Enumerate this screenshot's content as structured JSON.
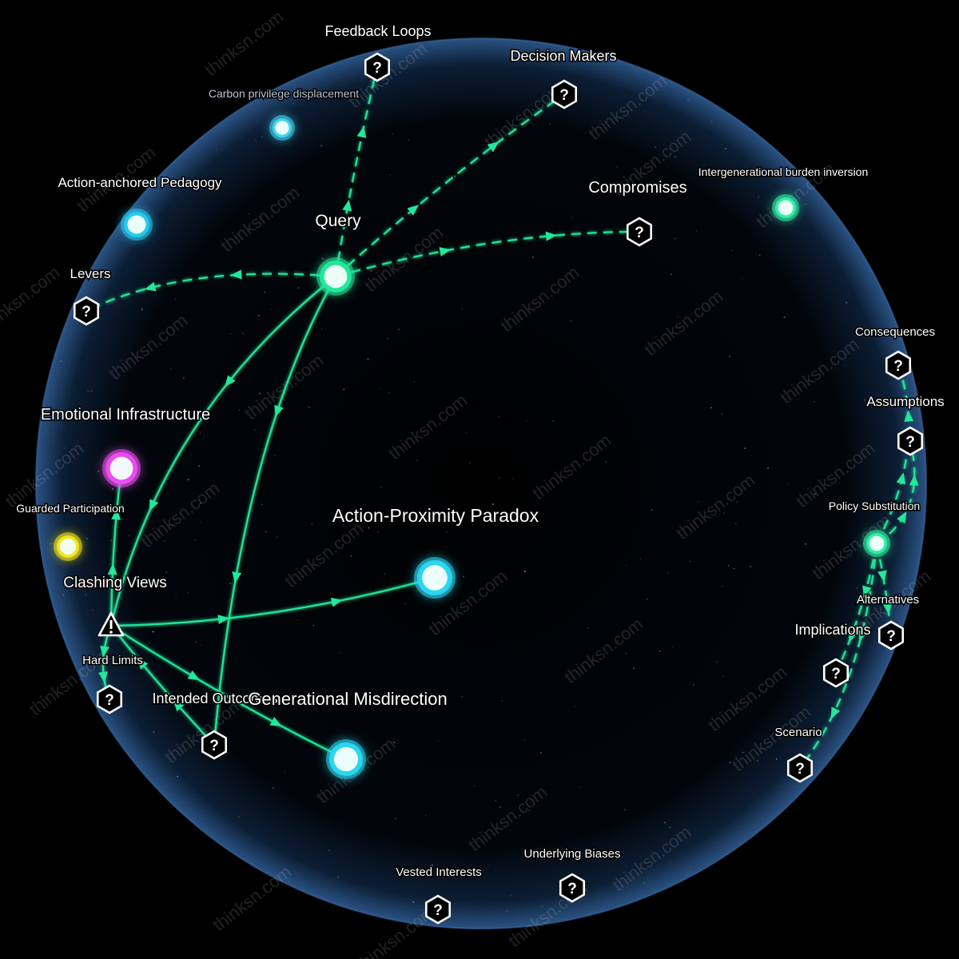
{
  "nodes": [
    {
      "id": "query",
      "label": "Query",
      "kind": "hub",
      "color": "#21e89a"
    },
    {
      "id": "feedback_loops",
      "label": "Feedback Loops",
      "kind": "question"
    },
    {
      "id": "decision_makers",
      "label": "Decision Makers",
      "kind": "question"
    },
    {
      "id": "compromises",
      "label": "Compromises",
      "kind": "question"
    },
    {
      "id": "levers",
      "label": "Levers",
      "kind": "question"
    },
    {
      "id": "carbon_privilege_displacement",
      "label": "Carbon privilege displacement",
      "kind": "idea",
      "color": "#3fd6f2"
    },
    {
      "id": "action_anchored_pedagogy",
      "label": "Action-anchored Pedagogy",
      "kind": "idea",
      "color": "#27c9ee"
    },
    {
      "id": "intergenerational_burden_inversion",
      "label": "Intergenerational burden inversion",
      "kind": "idea",
      "color": "#2df0a6"
    },
    {
      "id": "emotional_infrastructure",
      "label": "Emotional Infrastructure",
      "kind": "idea",
      "color": "#e84ef0"
    },
    {
      "id": "guarded_participation",
      "label": "Guarded Participation",
      "kind": "idea",
      "color": "#f4e61a"
    },
    {
      "id": "clashing_views",
      "label": "Clashing Views",
      "kind": "warning"
    },
    {
      "id": "hard_limits",
      "label": "Hard Limits",
      "kind": "question"
    },
    {
      "id": "intended_outcomes",
      "label": "Intended Outcomes",
      "kind": "question"
    },
    {
      "id": "action_proximity_paradox",
      "label": "Action-Proximity Paradox",
      "kind": "idea",
      "color": "#2ad6f0"
    },
    {
      "id": "generational_misdirection",
      "label": "Generational Misdirection",
      "kind": "idea",
      "color": "#2ad6f0"
    },
    {
      "id": "consequences",
      "label": "Consequences",
      "kind": "question"
    },
    {
      "id": "assumptions",
      "label": "Assumptions",
      "kind": "question"
    },
    {
      "id": "policy_substitution",
      "label": "Policy Substitution",
      "kind": "idea",
      "color": "#2df0a6"
    },
    {
      "id": "alternatives",
      "label": "Alternatives",
      "kind": "question"
    },
    {
      "id": "implications",
      "label": "Implications",
      "kind": "question"
    },
    {
      "id": "scenario",
      "label": "Scenario",
      "kind": "question"
    },
    {
      "id": "vested_interests",
      "label": "Vested Interests",
      "kind": "question"
    },
    {
      "id": "underlying_biases",
      "label": "Underlying Biases",
      "kind": "question"
    }
  ],
  "edges": [
    {
      "from": "query",
      "to": "feedback_loops",
      "style": "dashed"
    },
    {
      "from": "query",
      "to": "decision_makers",
      "style": "dashed"
    },
    {
      "from": "query",
      "to": "compromises",
      "style": "dashed"
    },
    {
      "from": "query",
      "to": "levers",
      "style": "dashed"
    },
    {
      "from": "query",
      "to": "clashing_views",
      "style": "solid"
    },
    {
      "from": "query",
      "to": "intended_outcomes",
      "style": "solid"
    },
    {
      "from": "clashing_views",
      "to": "emotional_infrastructure",
      "style": "solid"
    },
    {
      "from": "clashing_views",
      "to": "action_proximity_paradox",
      "style": "solid"
    },
    {
      "from": "clashing_views",
      "to": "generational_misdirection",
      "style": "solid"
    },
    {
      "from": "clashing_views",
      "to": "hard_limits",
      "style": "solid"
    },
    {
      "from": "intended_outcomes",
      "to": "clashing_views",
      "style": "solid"
    },
    {
      "from": "policy_substitution",
      "to": "assumptions",
      "style": "dashed"
    },
    {
      "from": "policy_substitution",
      "to": "consequences",
      "style": "dashed"
    },
    {
      "from": "policy_substitution",
      "to": "alternatives",
      "style": "dashed"
    },
    {
      "from": "policy_substitution",
      "to": "implications",
      "style": "dashed"
    },
    {
      "from": "policy_substitution",
      "to": "scenario",
      "style": "dashed"
    }
  ],
  "watermark": "thinksn.com",
  "colors": {
    "background": "#000000",
    "edge": "#21e89a",
    "sphere_rim": "#2f5f96",
    "question_icon": "#ffffff"
  }
}
